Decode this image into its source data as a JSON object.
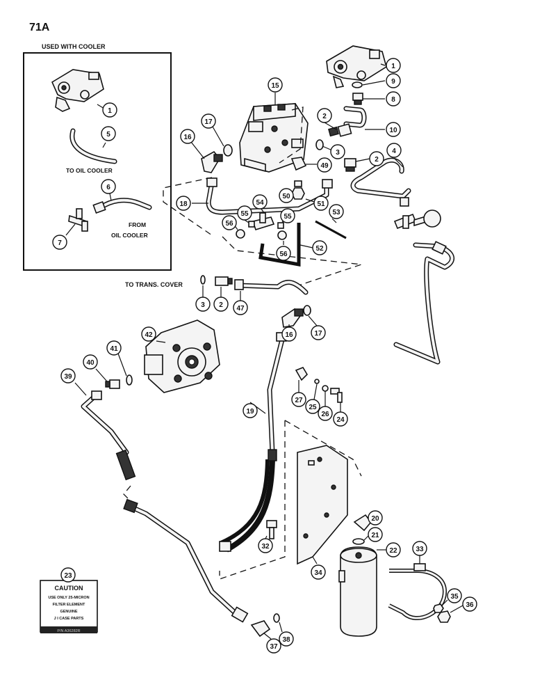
{
  "page_label": "71A",
  "inset": {
    "heading": "USED WITH COOLER",
    "to_oil_cooler": "TO OIL COOLER",
    "from_label": "FROM",
    "oil_cooler_label": "OIL COOLER"
  },
  "to_trans_cover": "TO TRANS. COVER",
  "caution_label": {
    "title": "CAUTION",
    "line1": "USE ONLY 25-MICRON",
    "line2": "FILTER ELEMENT",
    "line3": "GENUINE",
    "line4": "J I CASE PARTS",
    "footer": "P/N A36282R"
  },
  "callouts": {
    "c1_inset": "1",
    "c5": "5",
    "c6": "6",
    "c7": "7",
    "c1": "1",
    "c9": "9",
    "c8": "8",
    "c10": "10",
    "c15": "15",
    "c2a": "2",
    "c3a": "3",
    "c2b": "2",
    "c4": "4",
    "c16a": "16",
    "c17a": "17",
    "c49": "49",
    "c18": "18",
    "c50": "50",
    "c51": "51",
    "c53": "53",
    "c54": "54",
    "c55a": "55",
    "c55b": "55",
    "c56a": "56",
    "c56b": "56",
    "c52": "52",
    "c3b": "3",
    "c2c": "2",
    "c47": "47",
    "c16b": "16",
    "c17b": "17",
    "c42": "42",
    "c41": "41",
    "c40": "40",
    "c39": "39",
    "c27": "27",
    "c25": "25",
    "c26": "26",
    "c24": "24",
    "c19": "19",
    "c20": "20",
    "c21": "21",
    "c22": "22",
    "c32": "32",
    "c34": "34",
    "c33": "33",
    "c35": "35",
    "c36": "36",
    "c23": "23",
    "c37": "37",
    "c38": "38"
  }
}
